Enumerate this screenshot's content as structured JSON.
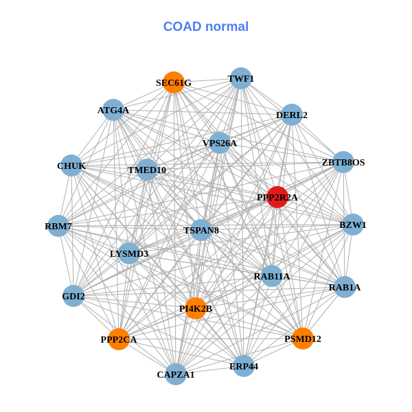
{
  "title": "COAD normal",
  "colors": {
    "default": "#7fb0d3",
    "highlight": "#ff7f0e",
    "hub": "#e31a1c",
    "edge": "#b0b0b0",
    "title": "#4f7df5"
  },
  "nodes": [
    {
      "id": "SEC61G",
      "color": "#ff7f00"
    },
    {
      "id": "TWF1",
      "color": "#7fb0d3"
    },
    {
      "id": "ATG4A",
      "color": "#7fb0d3"
    },
    {
      "id": "DERL2",
      "color": "#7fb0d3"
    },
    {
      "id": "VPS26A",
      "color": "#7fb0d3"
    },
    {
      "id": "ZBTB8OS",
      "color": "#7fb0d3"
    },
    {
      "id": "CHUK",
      "color": "#7fb0d3"
    },
    {
      "id": "TMED10",
      "color": "#7fb0d3"
    },
    {
      "id": "PPP2R2A",
      "color": "#e31a1c"
    },
    {
      "id": "RBM7",
      "color": "#7fb0d3"
    },
    {
      "id": "BZW1",
      "color": "#7fb0d3"
    },
    {
      "id": "TSPAN8",
      "color": "#7fb0d3"
    },
    {
      "id": "LYSMD3",
      "color": "#7fb0d3"
    },
    {
      "id": "RAB11A",
      "color": "#7fb0d3"
    },
    {
      "id": "RAB1A",
      "color": "#7fb0d3"
    },
    {
      "id": "GDI2",
      "color": "#7fb0d3"
    },
    {
      "id": "PI4K2B",
      "color": "#ff7f00"
    },
    {
      "id": "PPP2CA",
      "color": "#ff7f00"
    },
    {
      "id": "PSMD12",
      "color": "#ff7f00"
    },
    {
      "id": "CAPZA1",
      "color": "#7fb0d3"
    },
    {
      "id": "ERP44",
      "color": "#7fb0d3"
    }
  ]
}
